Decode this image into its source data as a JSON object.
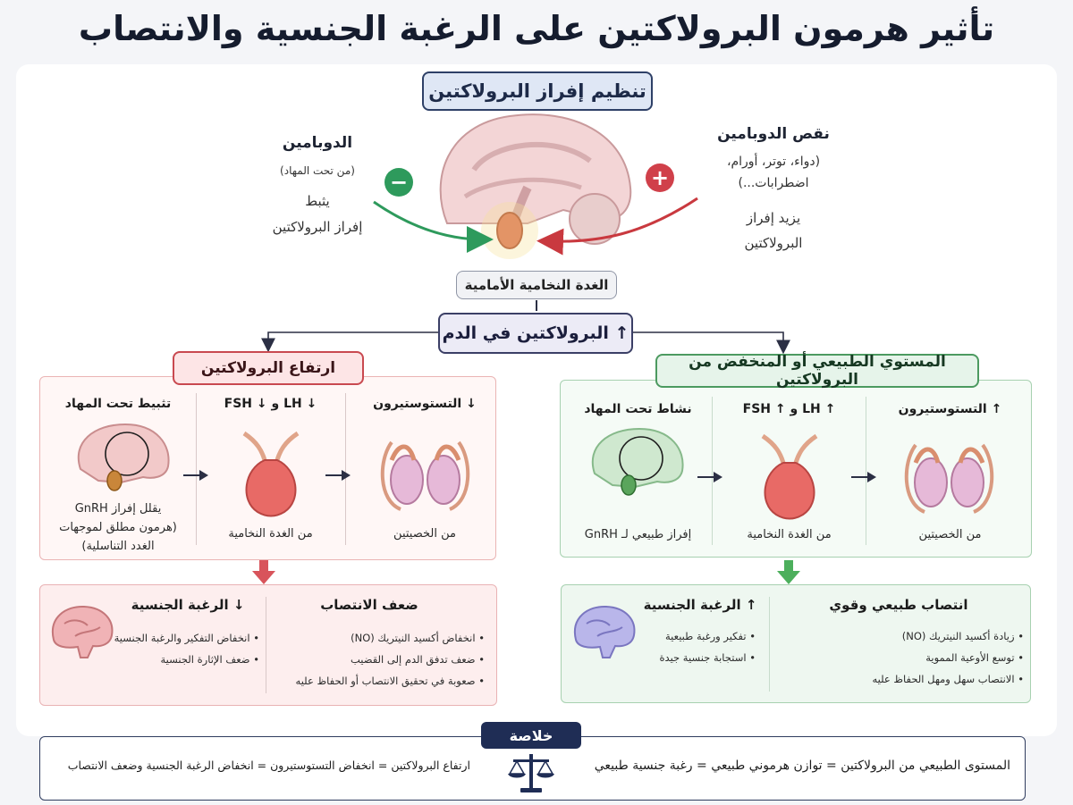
{
  "title": "تأثير هرمون البرولاكتين على الرغبة الجنسية والانتصاب",
  "regulation": {
    "title": "تنظيم إفراز البرولاكتين",
    "dopamine": {
      "heading": "الدوبامين",
      "source": "(من تحت المهاد)",
      "effect_line1": "يثبط",
      "effect_line2": "إفراز البرولاكتين",
      "sign": "−"
    },
    "dopamine_deficit": {
      "heading": "نقص الدوبامين",
      "causes_line1": "(دواء، توتر، أورام،",
      "causes_line2": "اضطرابات...)",
      "effect_line1": "يزيد إفراز",
      "effect_line2": "البرولاكتين",
      "sign": "+"
    },
    "pituitary_label": "الغدة النخامية الأمامية",
    "blood_label": "↑ البرولاكتين في الدم"
  },
  "high": {
    "title": "ارتفاع البرولاكتين",
    "col_hypothalamus": {
      "heading": "تثبيط تحت المهاد",
      "line1": "يقلل إفراز GnRH",
      "line2": "(هرمون مطلق لموجهات",
      "line3": "الغدد التناسلية)"
    },
    "col_pituitary": {
      "heading": "↓ LH و ↓ FSH",
      "text": "من الغدة النخامية"
    },
    "col_testes": {
      "heading": "↓ التستوستيرون",
      "text": "من الخصيتين"
    },
    "desire": {
      "heading": "↓ الرغبة الجنسية",
      "items": [
        "انخفاض التفكير والرغبة الجنسية",
        "ضعف الإثارة الجنسية"
      ]
    },
    "erection": {
      "heading": "ضعف الانتصاب",
      "items": [
        "انخفاض أكسيد النيتريك (NO)",
        "ضعف تدفق الدم إلى القضيب",
        "صعوبة في تحقيق الانتصاب أو الحفاظ عليه"
      ]
    }
  },
  "normal": {
    "title": "المستوي الطبيعي أو المنخفض من البرولاكتين",
    "col_hypothalamus": {
      "heading": "نشاط تحت المهاد",
      "text": "إفراز طبيعي لـ GnRH"
    },
    "col_pituitary": {
      "heading": "↑ LH و ↑ FSH",
      "text": "من الغدة النخامية"
    },
    "col_testes": {
      "heading": "↑ التستوستيرون",
      "text": "من الخصيتين"
    },
    "desire": {
      "heading": "↑ الرغبة الجنسية",
      "items": [
        "تفكير ورغبة طبيعية",
        "استجابة جنسية جيدة"
      ]
    },
    "erection": {
      "heading": "انتصاب طبيعي وقوي",
      "items": [
        "زيادة أكسيد النيتريك (NO)",
        "توسع الأوعية المموية",
        "الانتصاب سهل ومهل الحفاظ عليه"
      ]
    }
  },
  "summary": {
    "title": "خلاصة",
    "left": "ارتفاع البرولاكتين = انخفاض التستوستيرون = انخفاض الرغبة الجنسية وضعف الانتصاب",
    "right": "المستوى الطبيعي من البرولاكتين = توازن هرموني طبيعي = رغبة جنسية طبيعي"
  },
  "colors": {
    "red": "#c94950",
    "green": "#4c9a60",
    "navy": "#1f2d55"
  },
  "icons": [
    "minus-icon",
    "plus-icon",
    "brain-icon",
    "pituitary-icon",
    "testes-icon",
    "scale-icon",
    "arrow-icon"
  ]
}
